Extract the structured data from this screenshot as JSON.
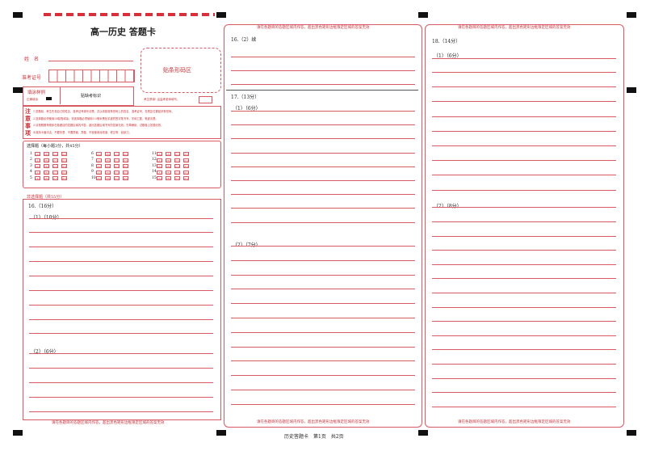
{
  "header": {
    "title": "高一历史  答题卡"
  },
  "info": {
    "name_label": "姓　名",
    "exam_no_label": "准考证号",
    "barcode_label": "贴条形码区",
    "fill_example_label": "填涂样例",
    "correct_fill_label": "正确填涂",
    "missing_mark_label": "贴缺考标识",
    "absent_label": "考生禁填! 由监考老师填写。"
  },
  "notes": {
    "label_chars": [
      "注",
      "意",
      "事",
      "项"
    ],
    "items": [
      "1.答题前，考生先将自己的姓名、准考证号填写清楚，并认真核准条形码上的姓名、准考证号，在规定位置贴好条形码。",
      "2.选择题必须使用2B铅笔填涂；非选择题必须使用0.5毫米黑色字迹的签字笔书写，字体工整、笔迹清楚。",
      "3.请按照题号顺序在各题目的答题区域内作答，超出答题区域书写的答案无效；在草稿纸、试题卷上答题无效。",
      "4.保持卡面清洁，不要折叠、不要弄破、弄皱，不准使用涂改液、修正带、刮纸刀。"
    ]
  },
  "choice": {
    "title": "选择题（每小题3分，共45分）",
    "options": [
      "A",
      "B",
      "C",
      "D"
    ],
    "questions": [
      "1",
      "2",
      "3",
      "4",
      "5",
      "6",
      "7",
      "8",
      "9",
      "10",
      "11",
      "12",
      "13",
      "14",
      "15"
    ]
  },
  "nonchoice": {
    "title": "非选择题（共55分）"
  },
  "q16": {
    "label": "16.（16分）",
    "part1": "（1）（10分）",
    "part2": "（2）（6分）"
  },
  "q16_cont": {
    "label": "16.（2）续"
  },
  "q17": {
    "label": "17.（13分）",
    "part1": "（1）（6分）",
    "part2": "（2）（7分）"
  },
  "q18": {
    "label": "18.（14分）",
    "part1": "（1）（6分）",
    "part2": "（2）（8分）"
  },
  "boundary_note": "请在各题目的答题区域内作答，超出黑色矩形边框限定区域的答案无效",
  "footer": {
    "text": "历史答题卡　第1页　共2页"
  }
}
